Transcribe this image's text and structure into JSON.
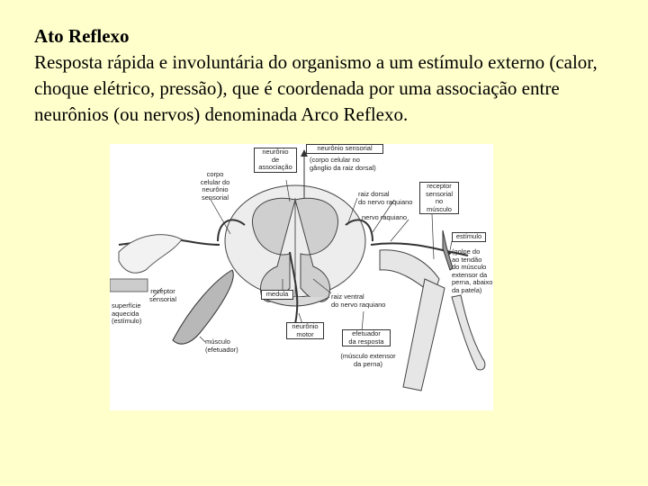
{
  "slide": {
    "title": "Ato Reflexo",
    "body": "Resposta rápida e involuntária do organismo a um estímulo externo (calor, choque elétrico, pressão), que é coordenada por uma associação entre neurônios (ou nervos) denominada Arco Reflexo."
  },
  "diagram": {
    "labels": {
      "neuronio_associacao": "neurônio\nde\nassociação",
      "neuronio_sensorial": "neurônio sensorial",
      "corpo_celular_ganglio": "(corpo celular no\ngânglio da raiz dorsal)",
      "corpo_celular_neuronio_sensorial": "corpo\ncelular do\nneurônio\nsensorial",
      "raiz_dorsal": "raiz dorsal\ndo nervo raquiano",
      "receptor_sensorial_musculo": "receptor\nsensorial\nno músculo",
      "nervo_raquiano": "nervo raquiano",
      "estimulo": "estímulo",
      "golpe_tendao": "(golpe do\nao tendão\ndo músculo\nextensor da\nperna, abaixo\nda patela)",
      "receptor_sensorial": "receptor\nsensorial",
      "medula": "medula",
      "raiz_ventral": "raiz ventral\ndo nervo raquiano",
      "superficie_aquecida": "superfície\naquecida\n(estímulo)",
      "neuronio_motor": "neurônio\nmotor",
      "musculo_efetuador": "músculo\n(efetuador)",
      "efetuador_resposta": "efetuador\nda resposta",
      "musculo_extensor": "(músculo extensor\nda perna)"
    }
  }
}
